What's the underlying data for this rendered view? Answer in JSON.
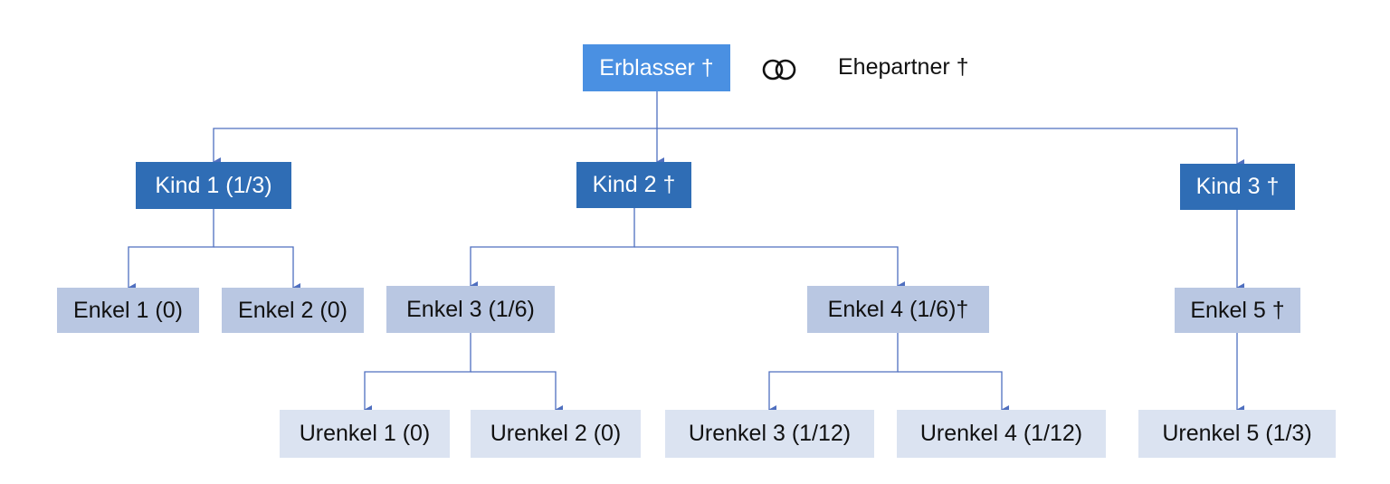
{
  "diagram": {
    "root": "Erblasser †",
    "marriage_symbol": "rings-icon",
    "spouse": "Ehepartner †",
    "children": [
      "Kind 1 (1/3)",
      "Kind 2 †",
      "Kind 3 †"
    ],
    "grandchildren": [
      "Enkel 1 (0)",
      "Enkel 2 (0)",
      "Enkel 3 (1/6)",
      "Enkel 4 (1/6)†",
      "Enkel 5 †"
    ],
    "great_grandchildren": [
      "Urenkel 1 (0)",
      "Urenkel 2 (0)",
      "Urenkel 3 (1/12)",
      "Urenkel 4 (1/12)",
      "Urenkel 5 (1/3)"
    ],
    "colors": {
      "root": "#4a90e2",
      "children": "#2f6db5",
      "grandchildren": "#b9c7e2",
      "great_grandchildren": "#dbe3f1",
      "connector": "#4f6fbf"
    }
  }
}
